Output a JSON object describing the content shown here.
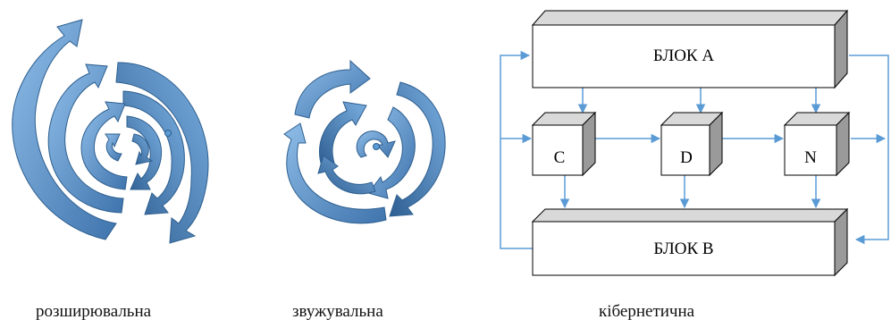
{
  "diagram": {
    "captions": {
      "expanding": "розширювальна",
      "contracting": "звужувальна",
      "cybernetic": "кібернетична"
    },
    "blocks": {
      "a": "БЛОК А",
      "b": "БЛОК В",
      "c": "C",
      "d": "D",
      "n": "N"
    },
    "colors": {
      "arrow_fill": "#5b9bd5",
      "arrow_dark": "#3a6ea5",
      "arrow_stroke": "#2e5f8f",
      "connector": "#5b9bd5",
      "box_side": "#9a9a9a",
      "box_top": "#d9d9d9"
    }
  }
}
